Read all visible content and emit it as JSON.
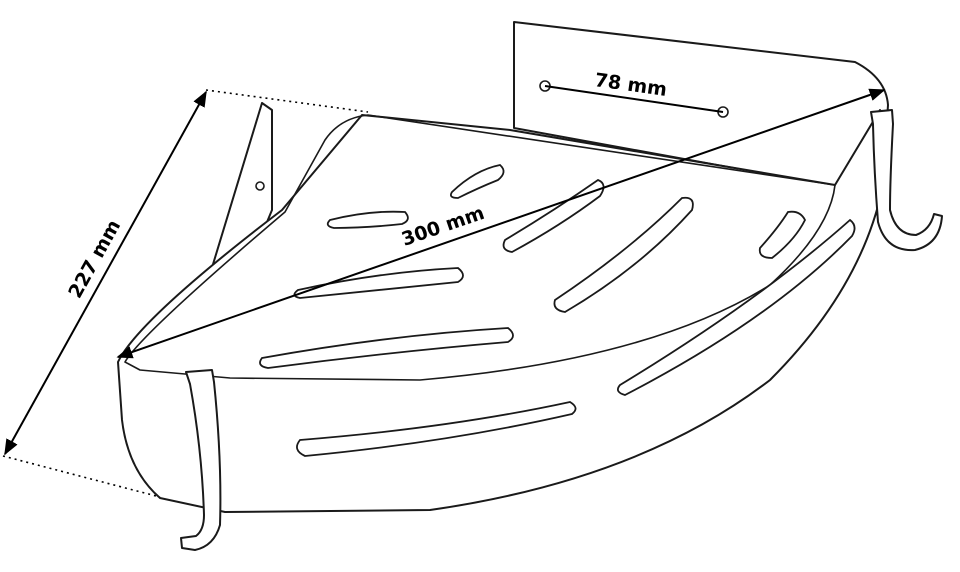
{
  "dimensions": {
    "depth": "227 mm",
    "width": "300 mm",
    "hole_spacing": "78 mm"
  }
}
